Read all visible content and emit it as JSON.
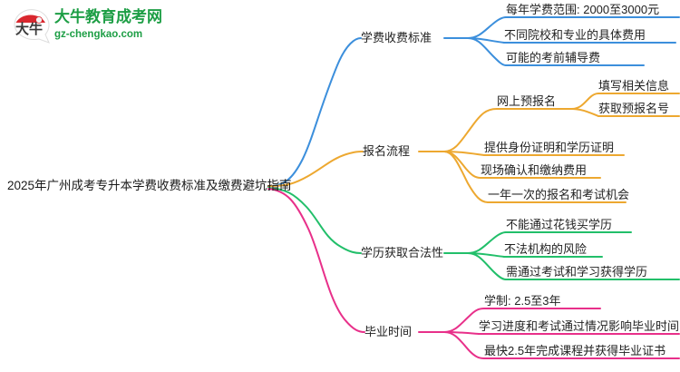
{
  "logo": {
    "mark_text": "大牛",
    "title": "大牛教育成考网",
    "subtitle": "gz-chengkao.com",
    "brand_green": "#1d9e45",
    "brand_red": "#d9272e"
  },
  "mindmap": {
    "root": {
      "label": "2025年广州成考专升本学费收费标准及缴费避坑指南"
    },
    "branches": [
      {
        "label": "学费收费标准",
        "color": "#3c8fdc",
        "children": [
          {
            "label": "每年学费范围: 2000至3000元",
            "children": []
          },
          {
            "label": "不同院校和专业的具体费用",
            "children": []
          },
          {
            "label": "可能的考前辅导费",
            "children": []
          }
        ]
      },
      {
        "label": "报名流程",
        "color": "#eda830",
        "children": [
          {
            "label": "网上预报名",
            "children": [
              {
                "label": "填写相关信息"
              },
              {
                "label": "获取预报名号"
              }
            ]
          },
          {
            "label": "提供身份证明和学历证明",
            "children": []
          },
          {
            "label": "现场确认和缴纳费用",
            "children": []
          },
          {
            "label": "一年一次的报名和考试机会",
            "children": []
          }
        ]
      },
      {
        "label": "学历获取合法性",
        "color": "#22bf6a",
        "children": [
          {
            "label": "不能通过花钱买学历",
            "children": []
          },
          {
            "label": "不法机构的风险",
            "children": []
          },
          {
            "label": "需通过考试和学习获得学历",
            "children": []
          }
        ]
      },
      {
        "label": "毕业时间",
        "color": "#e8308a",
        "children": [
          {
            "label": "学制: 2.5至3年",
            "children": []
          },
          {
            "label": "学习进度和考试通过情况影响毕业时间",
            "children": []
          },
          {
            "label": "最快2.5年完成课程并获得毕业证书",
            "children": []
          }
        ]
      }
    ]
  }
}
